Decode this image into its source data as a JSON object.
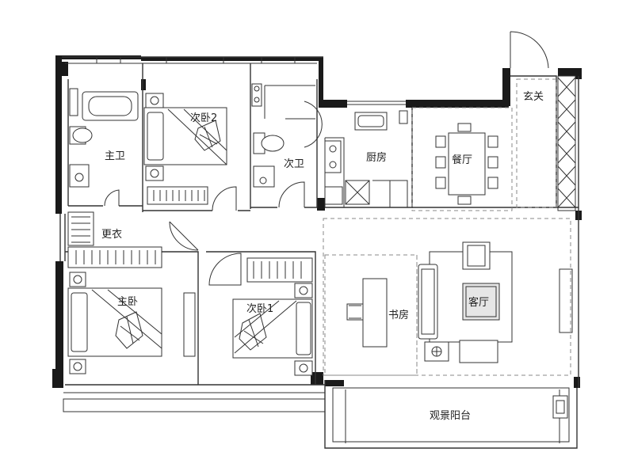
{
  "rooms": {
    "master_bath": "主卫",
    "second_bedroom_2": "次卧2",
    "second_bath": "次卫",
    "kitchen": "厨房",
    "dining": "餐厅",
    "entrance": "玄关",
    "dressing": "更衣",
    "master_bedroom": "主卧",
    "second_bedroom_1": "次卧1",
    "study": "书房",
    "living": "客厅",
    "balcony": "观景阳台"
  },
  "colors": {
    "wall": "#1a1a1a",
    "line": "#333333",
    "dashed_zone": "#888888",
    "background": "#ffffff"
  }
}
